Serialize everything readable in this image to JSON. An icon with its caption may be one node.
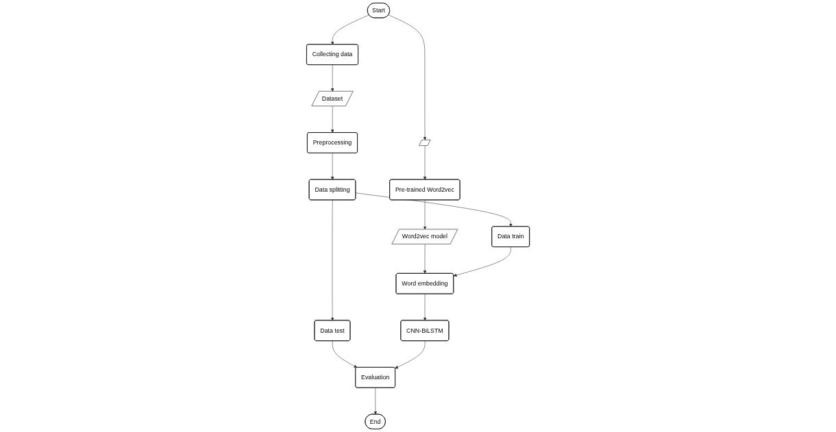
{
  "diagram": {
    "nodes": [
      {
        "text": [
          "Start"
        ]
      },
      {
        "text": [
          "Collecting data"
        ]
      },
      {
        "text": [
          "Dataset"
        ]
      },
      {
        "text": [
          "Preprocessing"
        ]
      },
      {
        "text": [],
        "shape": "parallelogram"
      },
      {
        "text": [
          "Pre-trained Word2vec"
        ]
      },
      {
        "text": [
          "Word2vec model"
        ]
      },
      {
        "text": [
          "CNN-BiLSTM"
        ]
      },
      {
        "text": [
          "Word embedding"
        ]
      },
      {
        "text": [
          "Data train"
        ]
      },
      {
        "text": [
          "Data splitting"
        ]
      },
      {
        "text": [
          "Evaluation"
        ]
      },
      {
        "text": [
          "Data test"
        ]
      },
      {
        "text": [
          "End"
        ]
      }
    ],
    "edges": [
      {
        "from": 0,
        "to": 1,
        "arrow": "to"
      },
      {
        "from": 0,
        "to": 4,
        "arrow": "to"
      },
      {
        "from": 1,
        "to": 2,
        "arrow": "to"
      },
      {
        "from": 2,
        "to": 3,
        "arrow": "to"
      },
      {
        "from": 3,
        "to": 10,
        "arrow": "to"
      },
      {
        "from": 4,
        "to": 5,
        "arrow": "to"
      },
      {
        "from": 5,
        "to": 6,
        "arrow": "to"
      },
      {
        "from": 6,
        "to": 8,
        "arrow": "to"
      },
      {
        "from": 9,
        "to": 8,
        "arrow": "to"
      },
      {
        "from": 8,
        "to": 7,
        "arrow": "to"
      },
      {
        "from": 10,
        "to": 9,
        "arrow": "to"
      },
      {
        "from": 10,
        "to": 12,
        "arrow": "to"
      },
      {
        "from": 12,
        "to": 11,
        "arrow": "to"
      },
      {
        "from": 7,
        "to": 11,
        "arrow": "to"
      },
      {
        "from": 11,
        "to": 13,
        "arrow": "to"
      }
    ]
  }
}
